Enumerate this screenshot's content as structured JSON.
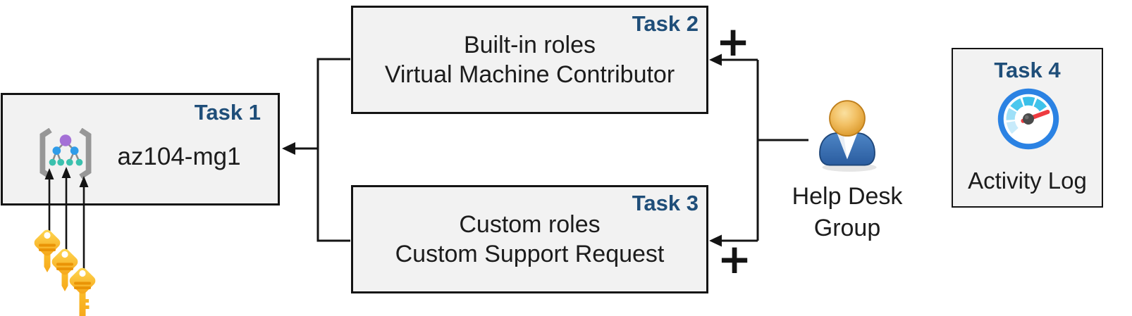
{
  "boxes": {
    "task1": {
      "label": "Task 1",
      "title": "az104-mg1"
    },
    "task2": {
      "label": "Task 2",
      "line1": "Built-in roles",
      "line2": "Virtual Machine Contributor"
    },
    "task3": {
      "label": "Task 3",
      "line1": "Custom roles",
      "line2": "Custom Support Request"
    },
    "task4": {
      "label": "Task 4",
      "caption": "Activity Log"
    }
  },
  "actor": {
    "line1": "Help Desk",
    "line2": "Group"
  },
  "connectors": {
    "plus_symbol": "+"
  },
  "icons": {
    "task1_icon": "management-group-icon",
    "task4_icon": "activity-log-gauge-icon",
    "actor_icon": "person-icon",
    "keys_icon": "keys-icon"
  },
  "colors": {
    "task_label_blue": "#1F4E79",
    "box_fill": "#F2F2F2",
    "line_black": "#141414",
    "key_gold": "#F6A71B",
    "gauge_ring_blue": "#2B82E3",
    "gauge_needle_red": "#EE3B40",
    "person_body_blue": "#35679F",
    "person_head_gold": "#E5A93E",
    "mg_purple": "#A470D6",
    "mg_blue": "#2F9CE9",
    "mg_teal": "#3BC1AE"
  }
}
